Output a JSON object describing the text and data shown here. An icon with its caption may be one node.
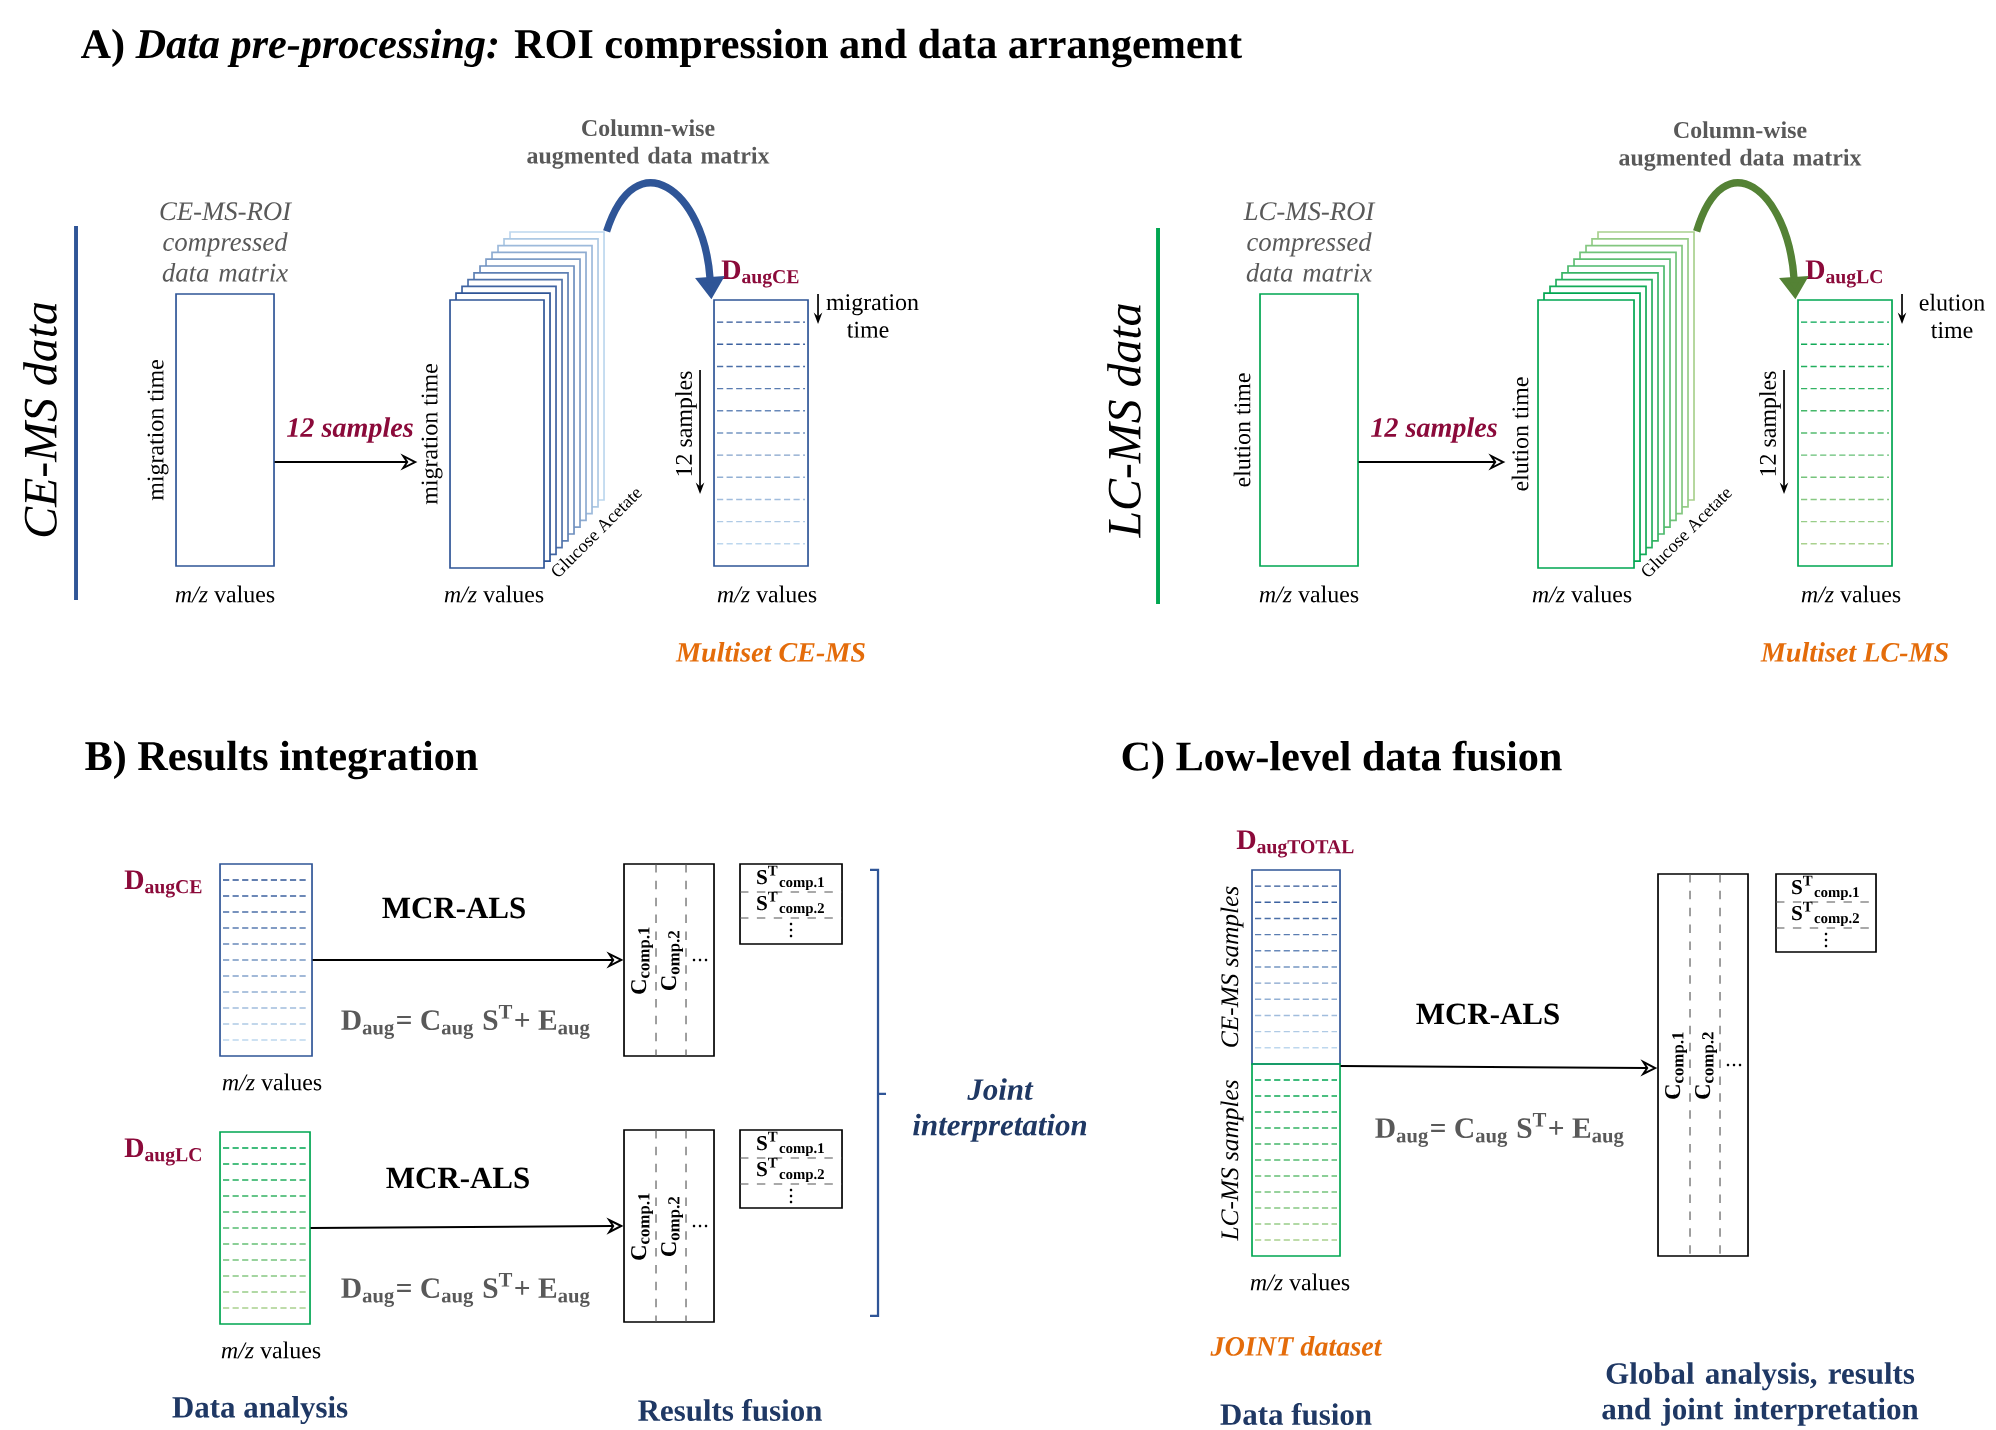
{
  "diagram": {
    "title": "A) *Data pre-processing:* ROI compression and data arrangement",
    "nodes": [
      {
        "text": [
          "CE-MS-ROI compressed data matrix",
          "migration time",
          "*m/z* values"
        ]
      },
      {
        "text": [
          "migration time",
          "*m/z* values",
          "Glucose Acetate"
        ]
      },
      {
        "text": [
          "D$_{augCE}$",
          "*m/z* values"
        ],
        "beside": [
          "migration time",
          "12 samples",
          "Multiset CE-MS"
        ]
      },
      {
        "text": [
          "LC-MS-ROI compressed data matrix",
          "elution time",
          "*m/z* values"
        ]
      },
      {
        "text": [
          "elution time",
          "*m/z* values",
          "Glucose Acetate"
        ]
      },
      {
        "text": [
          "D$_{augLC}$",
          "*m/z* values"
        ],
        "beside": [
          "elution time",
          "12 samples",
          "Multiset LC-MS"
        ]
      },
      {
        "text": [
          "D$_{augCE}$",
          "*m/z* values"
        ]
      },
      {
        "text": [
          "C$_{comp.1}$",
          "C$_{omp.2}$"
        ]
      },
      {
        "text": [
          "S$^{T}$$_{comp.1}$",
          "S$^{T}$$_{comp.2}$"
        ]
      },
      {
        "text": [
          "D$_{augLC}$",
          "*m/z* values"
        ]
      },
      {
        "text": [
          "C$_{comp.1}$",
          "C$_{omp.2}$"
        ]
      },
      {
        "text": [
          "S$^{T}$$_{comp.1}$",
          "S$^{T}$$_{comp.2}$"
        ]
      },
      {
        "text": [
          "D$_{augTOTAL}$",
          "CE-MS samples",
          "LC-MS samples",
          "*m/z* values"
        ]
      },
      {
        "text": [
          "C$_{comp.1}$",
          "C$_{comp.2}$"
        ]
      },
      {
        "text": [
          "S$^{T}$$_{comp.1}$",
          "S$^{T}$$_{comp.2}$"
        ]
      }
    ],
    "edges": [
      {
        "from": 0,
        "to": 1,
        "arrow": "to",
        "label": "12 samples"
      },
      {
        "from": 1,
        "to": 2,
        "arrow": "to",
        "label": "Column-wise augmented data matrix",
        "style": "thick",
        "color": "#2f5597"
      },
      {
        "from": 3,
        "to": 4,
        "arrow": "to",
        "label": "12 samples"
      },
      {
        "from": 4,
        "to": 5,
        "arrow": "to",
        "label": "Column-wise augmented data matrix",
        "style": "thick",
        "color": "#548235"
      },
      {
        "from": 6,
        "to": 7,
        "arrow": "to",
        "label": "MCR-ALS"
      },
      {
        "from": 9,
        "to": 10,
        "arrow": "to",
        "label": "MCR-ALS"
      },
      {
        "from": 12,
        "to": 13,
        "arrow": "to",
        "label": "MCR-ALS"
      }
    ],
    "labels": [
      "CE-MS data",
      "LC-MS data",
      "B)  Results integration",
      "C)  Low-level data fusion",
      "D$_{aug}$= C$_{aug}$ S$^{T}$+ E$_{aug}$",
      "D$_{aug}$= C$_{aug}$ S$^{T}$+ E$_{aug}$",
      "D$_{aug}$= C$_{aug}$ S$^{T}$+ E$_{aug}$",
      "Joint interpretation",
      "Data analysis",
      "Results fusion",
      "JOINT  dataset",
      "Data fusion",
      "Global analysis, results and joint interpretation"
    ]
  }
}
